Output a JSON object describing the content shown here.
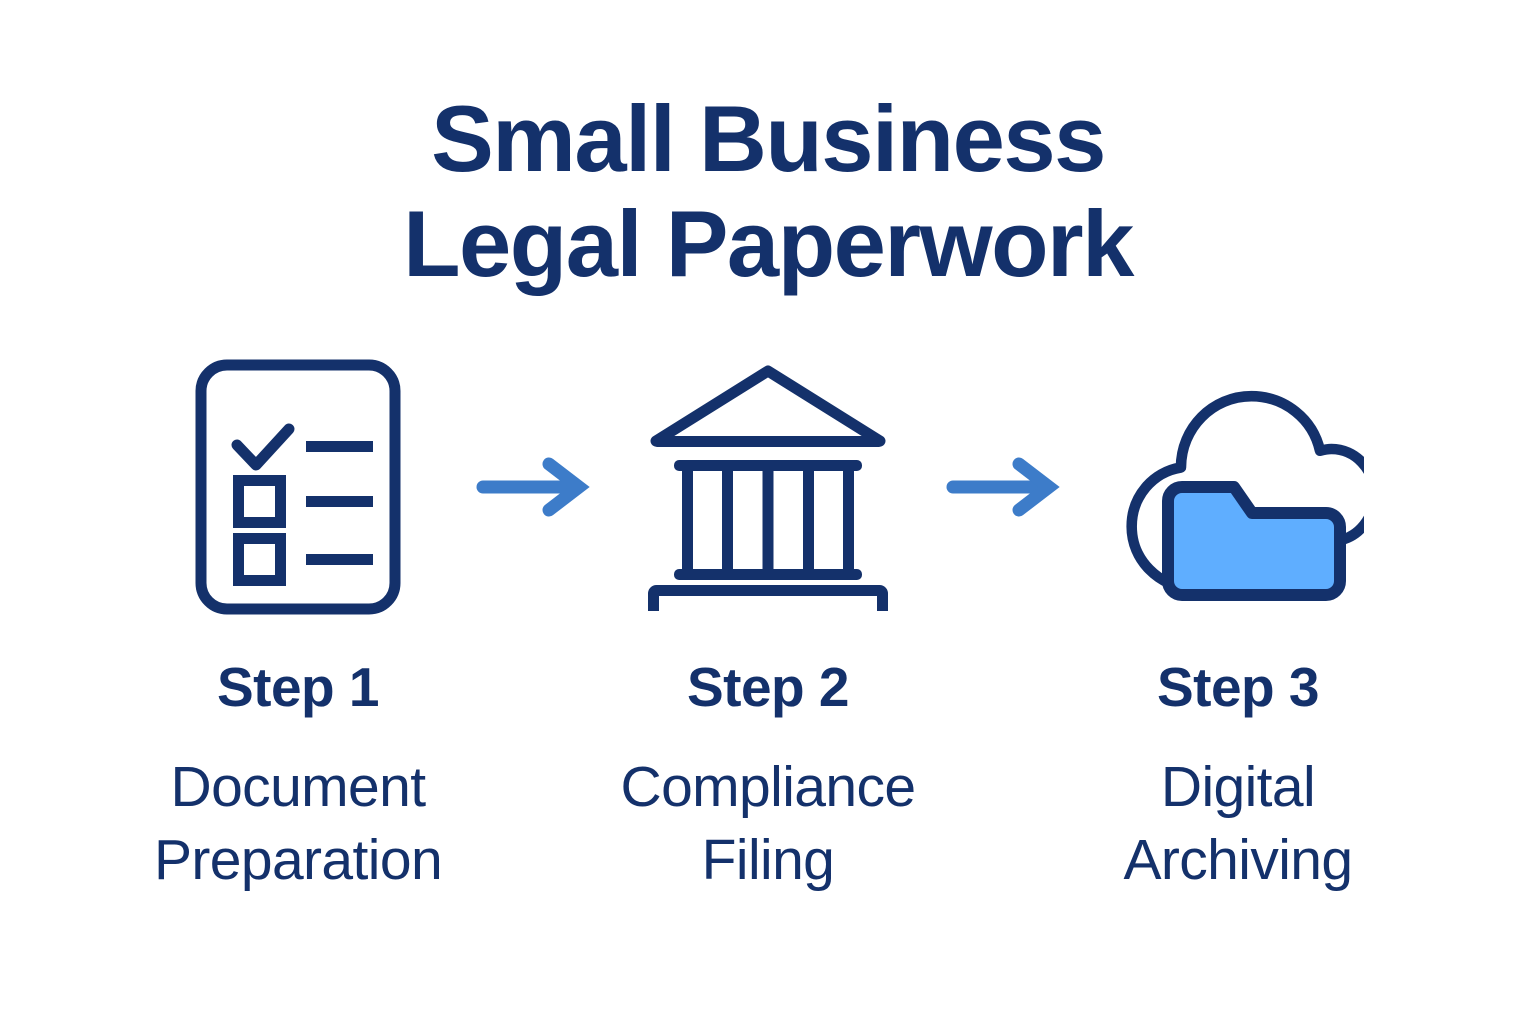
{
  "page": {
    "background_color": "#ffffff"
  },
  "title": {
    "line1": "Small Business",
    "line2": "Legal Paperwork",
    "color": "#14316b"
  },
  "colors": {
    "navy": "#14316b",
    "arrow_blue": "#3d7cc9",
    "folder_blue": "#5faeff",
    "background": "#ffffff"
  },
  "steps": [
    {
      "title": "Step 1",
      "desc_line1": "Document",
      "desc_line2": "Preparation",
      "icon": "checklist-document-icon"
    },
    {
      "title": "Step 2",
      "desc_line1": "Compliance",
      "desc_line2": "Filing",
      "icon": "government-building-icon"
    },
    {
      "title": "Step 3",
      "desc_line1": "Digital",
      "desc_line2": "Archiving",
      "icon": "cloud-folder-icon"
    }
  ],
  "connectors": [
    {
      "icon": "arrow-right-icon"
    },
    {
      "icon": "arrow-right-icon"
    }
  ]
}
